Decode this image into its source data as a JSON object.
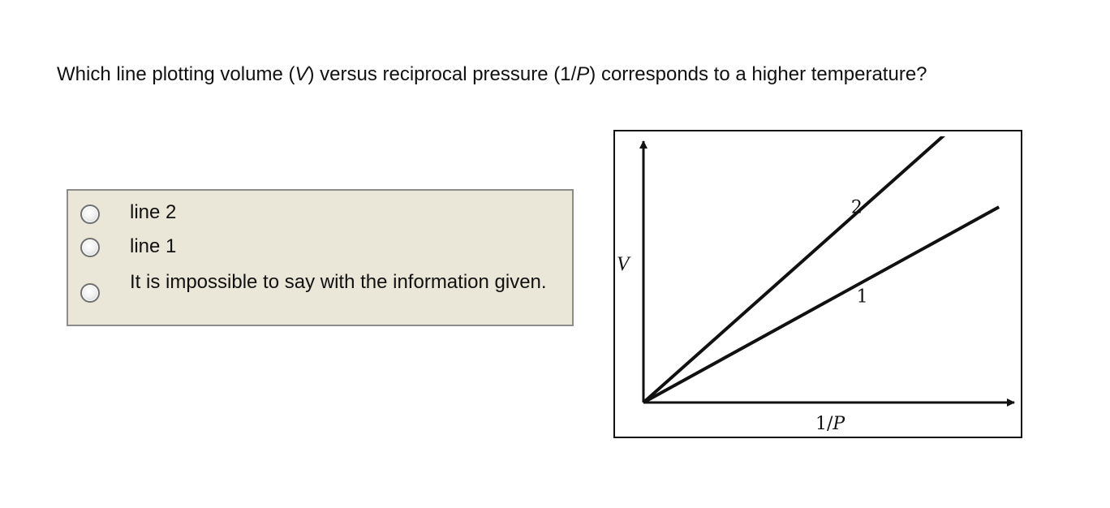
{
  "question": {
    "part1": "Which line plotting volume (",
    "var_v": "V",
    "part2": ") versus reciprocal pressure (1/",
    "var_p": "P",
    "part3": ") corresponds to a higher temperature?"
  },
  "choices": [
    {
      "label": "line 2",
      "selected": false
    },
    {
      "label": "line 1",
      "selected": false
    },
    {
      "label": "It is impossible to say with the information given.",
      "selected": false
    }
  ],
  "chart_data": {
    "type": "line",
    "xlabel": "1/P",
    "ylabel": "V",
    "series": [
      {
        "name": "1",
        "x": [
          0,
          1
        ],
        "y": [
          0,
          0.73
        ]
      },
      {
        "name": "2",
        "x": [
          0,
          1
        ],
        "y": [
          0,
          1.18
        ]
      }
    ],
    "xlim": [
      0,
      1.05
    ],
    "ylim": [
      0,
      1.0
    ],
    "grid": false
  }
}
